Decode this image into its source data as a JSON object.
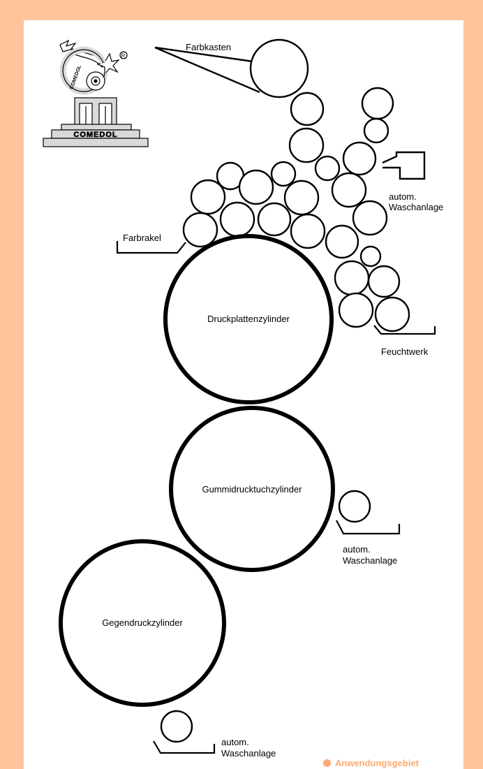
{
  "logo": {
    "brand": "COMEDOL",
    "arc_text": "COMEDOL",
    "registered": "®"
  },
  "labels": {
    "farbkasten": "Farbkasten",
    "farbrakel": "Farbrakel",
    "wash_top_1": "autom.",
    "wash_top_2": "Waschanlage",
    "feuchtwerk": "Feuchtwerk",
    "druckplatten": "Druckplattenzylinder",
    "gummi": "Gummidrucktuchzylinder",
    "wash_mid_1": "autom.",
    "wash_mid_2": "Waschanlage",
    "gegendruck": "Gegendruckzylinder",
    "wash_bot_1": "autom.",
    "wash_bot_2": "Waschanlage"
  },
  "footer": {
    "label": "Anwendungsgebiet"
  },
  "colors": {
    "frame": "#ffc49b",
    "accent": "#ffaa70",
    "ink": "#000000",
    "logo_fill": "#d9d9d9"
  }
}
